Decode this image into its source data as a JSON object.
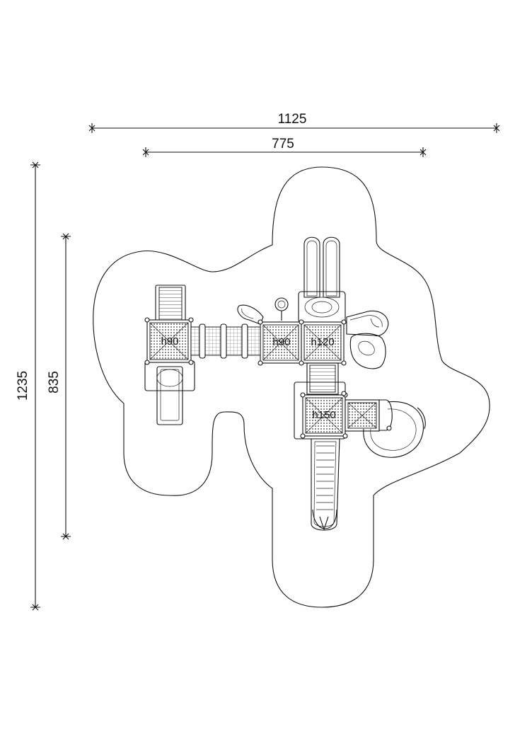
{
  "dimensions": {
    "overall_width": "1125",
    "structure_width": "775",
    "overall_length": "1235",
    "structure_length": "835"
  },
  "platforms": {
    "p1": "h90",
    "p2": "h90",
    "p3": "h120",
    "p4": "h150"
  }
}
